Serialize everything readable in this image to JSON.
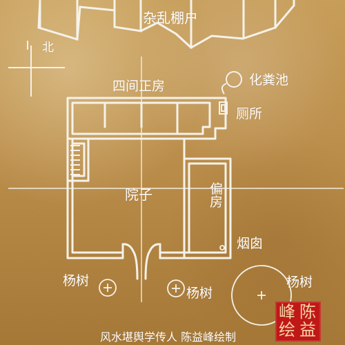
{
  "labels": {
    "shacks": "杂乱棚户",
    "north": "北",
    "main_house": "四间正房",
    "septic_tank": "化粪池",
    "toilet": "厕所",
    "courtyard": "院子",
    "side_house": "偏房",
    "chimney": "烟囱",
    "tree_left": "杨树",
    "tree_mid": "杨树",
    "tree_right": "杨树",
    "footer": "风水堪舆学传人  陈益峰绘制"
  },
  "seal": {
    "text": "陈益峰绘",
    "top_right": "陈",
    "bottom_right": "益",
    "top_left": "峰",
    "bottom_left": "绘"
  },
  "colors": {
    "stroke": "#f5f2ea",
    "text": "#ffffff",
    "seal": "#c01817"
  }
}
